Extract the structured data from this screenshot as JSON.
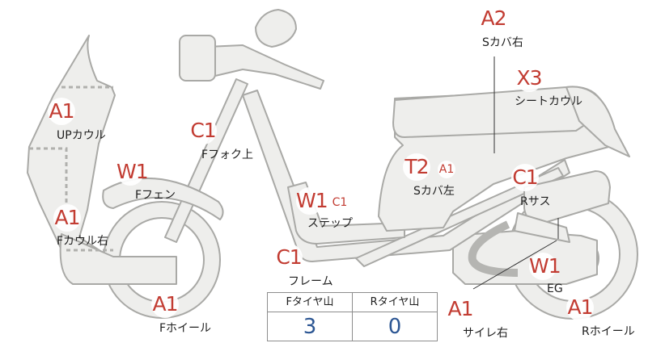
{
  "parts": {
    "up_cowl": {
      "grade": "A1",
      "label": "UPカウル"
    },
    "f_fork_upper": {
      "grade": "C1",
      "label": "Fフォク上"
    },
    "f_fender": {
      "grade": "W1",
      "label": "Fフェン"
    },
    "f_cowl_right": {
      "grade": "A1",
      "label": "Fカウル右"
    },
    "step": {
      "grade": "W1",
      "sub": "C1",
      "label": "ステップ"
    },
    "frame": {
      "grade": "C1",
      "label": "フレーム"
    },
    "f_wheel": {
      "grade": "A1",
      "label": "Fホイール"
    },
    "s_cover_right": {
      "grade": "A2",
      "label": "Sカバ右"
    },
    "seat_cowl": {
      "grade": "X3",
      "label": "シートカウル"
    },
    "s_cover_left": {
      "grade": "T2",
      "sub": "A1",
      "label": "Sカバ左"
    },
    "r_suspension": {
      "grade": "C1",
      "label": "Rサス"
    },
    "engine": {
      "grade": "W1",
      "label": "EG"
    },
    "muffler_right": {
      "grade": "A1",
      "label": "サイレ右"
    },
    "r_wheel": {
      "grade": "A1",
      "label": "Rホイール"
    }
  },
  "tread": {
    "front_header": "Fタイヤ山",
    "rear_header": "Rタイヤ山",
    "front_value": "3",
    "rear_value": "0"
  },
  "colors": {
    "grade": "#c23c32",
    "tread_value": "#2c5693",
    "part_fill": "#eeeeec",
    "part_stroke": "#a9a9a6"
  }
}
